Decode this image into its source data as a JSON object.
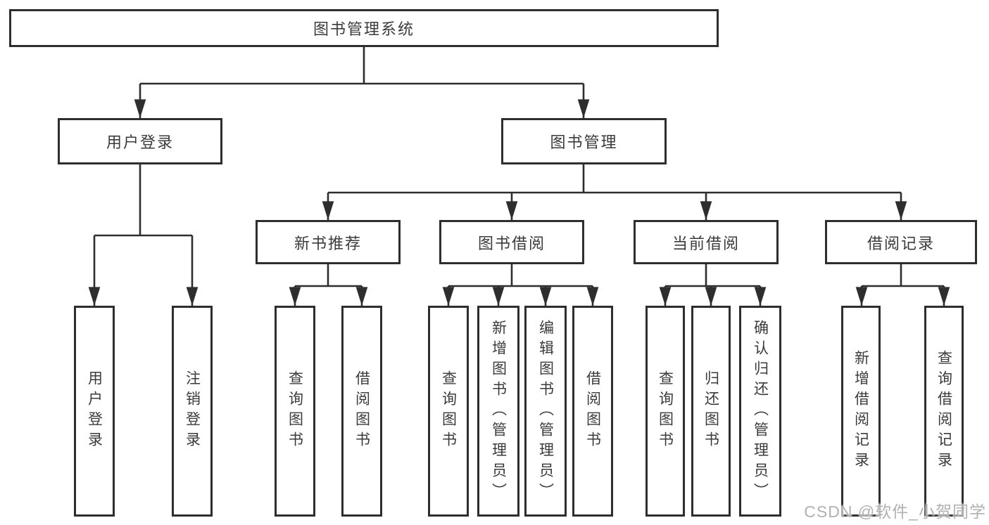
{
  "diagram": {
    "title": "图书管理系统",
    "colors": {
      "line": "#2e2e2e",
      "box_border": "#2e2e2e",
      "text": "#3b3b3b",
      "background": "#ffffff",
      "watermark": "#b1b1b1"
    },
    "nodes": {
      "root": "图书管理系统",
      "user_login": "用户登录",
      "book_mgmt": "图书管理",
      "new_book_rec": "新书推荐",
      "book_borrow": "图书借阅",
      "current_borrow": "当前借阅",
      "borrow_records": "借阅记录",
      "leaf_user_login": "用户登录",
      "leaf_logout": "注销登录",
      "leaf_query_books_a": "查询图书",
      "leaf_borrow_books_a": "借阅图书",
      "leaf_query_books_b": "查询图书",
      "leaf_add_books": "新增图书（管理员）",
      "leaf_edit_books": "编辑图书（管理员）",
      "leaf_borrow_books_b": "借阅图书",
      "leaf_query_books_c": "查询图书",
      "leaf_return_books": "归还图书",
      "leaf_confirm_return": "确认归还（管理员）",
      "leaf_add_record": "新增借阅记录",
      "leaf_query_record": "查询借阅记录"
    },
    "hierarchy": {
      "图书管理系统": {
        "用户登录": [
          "用户登录",
          "注销登录"
        ],
        "图书管理": {
          "新书推荐": [
            "查询图书",
            "借阅图书"
          ],
          "图书借阅": [
            "查询图书",
            "新增图书（管理员）",
            "编辑图书（管理员）",
            "借阅图书"
          ],
          "当前借阅": [
            "查询图书",
            "归还图书",
            "确认归还（管理员）"
          ],
          "借阅记录": [
            "新增借阅记录",
            "查询借阅记录"
          ]
        }
      }
    },
    "watermark": "CSDN @软件_小贺同学"
  }
}
